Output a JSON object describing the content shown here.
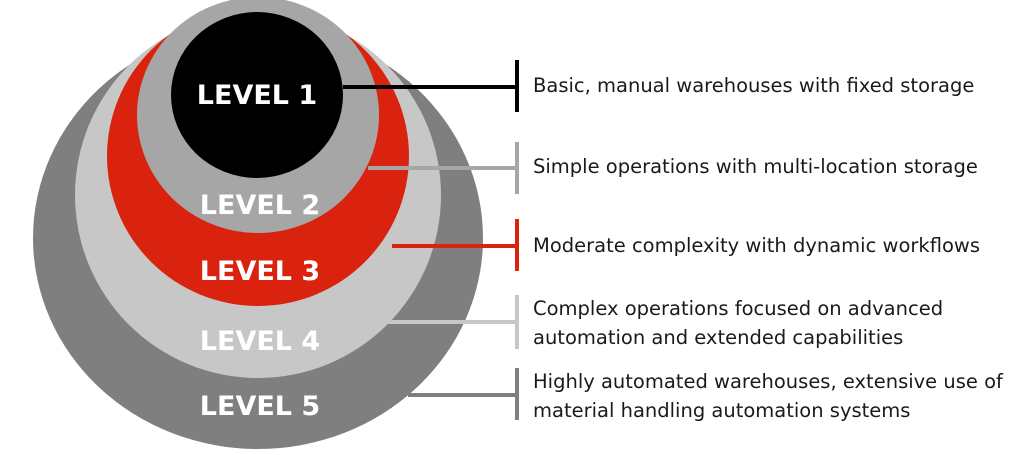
{
  "levels": [
    {
      "label": "LEVEL 1",
      "description": "Basic, manual warehouses with fixed storage",
      "color": "#000000"
    },
    {
      "label": "LEVEL 2",
      "description": "Simple operations with multi-location storage",
      "color": "#a6a6a6"
    },
    {
      "label": "LEVEL 3",
      "description": "Moderate complexity with dynamic workflows",
      "color": "#d9230f"
    },
    {
      "label": "LEVEL 4",
      "description": "Complex operations focused on advanced automation and extended capabilities",
      "color": "#c7c7c7"
    },
    {
      "label": "LEVEL 5",
      "description": "Highly automated warehouses, extensive use of material handling automation systems",
      "color": "#7f7f7f"
    }
  ]
}
